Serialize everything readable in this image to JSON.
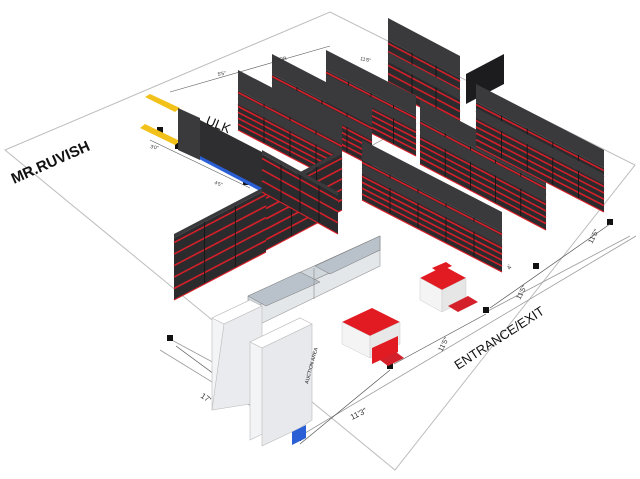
{
  "store": {
    "name": "MR.RUVISH",
    "entrance_label": "ENTRANCE/EXIT",
    "ulk_label": "ULK",
    "area_label": "AUCTION AREA"
  },
  "dimensions": {
    "d1": "11'3\"",
    "d2": "17'",
    "d3": "11'5\"",
    "d4": "11'5\"",
    "d5": "11'5\"",
    "d6": "4'",
    "d7": "5'5\"",
    "d8": "3'0\"",
    "d9": "4'5\"",
    "d10": "11'6\"",
    "d11": "DOOR"
  },
  "colors": {
    "shelf_dark": "#2b2b2d",
    "shelf_side": "#1c1c1e",
    "shelf_red": "#d4202a",
    "floor_line": "#9a9a9a",
    "counter_red": "#e21b22",
    "counter_white": "#f4f4f4",
    "yellow_rack": "#f2c21b",
    "blue_strip": "#2a5fd6",
    "freezer_glass": "#cfd6dc",
    "cold_room": "#eef0f3"
  }
}
